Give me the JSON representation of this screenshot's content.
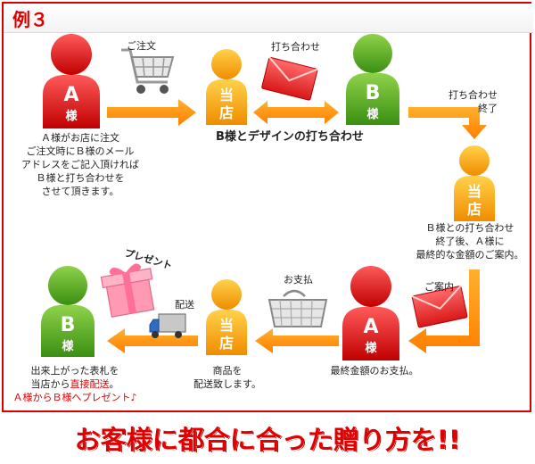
{
  "header": {
    "title": "例３"
  },
  "colors": {
    "red": "#d90000",
    "arrow": "#ff8c00",
    "person_red": "#d91a1a",
    "person_yellow": "#f4a000",
    "person_green": "#4aa51e"
  },
  "persons": {
    "a": {
      "letter": "A",
      "sub": "様"
    },
    "shop": {
      "letter": "当",
      "sub": "店"
    },
    "b": {
      "letter": "B",
      "sub": "様"
    }
  },
  "labels": {
    "order": "ご注文",
    "meeting": "打ち合わせ",
    "meeting_end_1": "打ち合わせ",
    "meeting_end_2": "終了",
    "b_design": "B様とデザインの打ち合わせ",
    "guidance": "ご案内",
    "payment": "お支払",
    "delivery": "配送",
    "present": "プレゼント"
  },
  "captions": {
    "a_order": [
      "Ａ様がお店に注文",
      "ご注文時にＢ様のメール",
      "アドレスをご記入頂ければ",
      "Ｂ様と打ち合わせを",
      "させて頂きます。"
    ],
    "shop_guide": [
      "Ｂ様との打ち合わせ",
      "終了後、Ａ様に",
      "最終的な金額のご案内。"
    ],
    "a_pay": [
      "最終金額のお支払。"
    ],
    "shop_ship": [
      "商品を",
      "配送致します。"
    ],
    "b_receive": [
      "出来上がった表札を",
      "当店から",
      "直接配送",
      "。",
      "Ａ様からＢ様へプレゼント♪"
    ]
  },
  "tagline": "お客様に都合に合った贈り方を!!"
}
